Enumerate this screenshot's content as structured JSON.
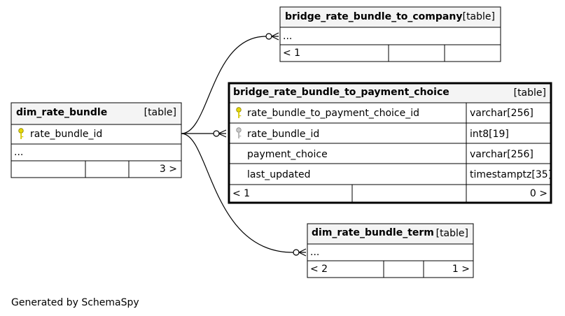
{
  "footer": "Generated by SchemaSpy",
  "tables": {
    "dim_rate_bundle": {
      "name": "dim_rate_bundle",
      "kind": "[table]",
      "column": "rate_bundle_id",
      "more": "...",
      "footer_right": "3 >"
    },
    "bridge_company": {
      "name": "bridge_rate_bundle_to_company",
      "kind": "[table]",
      "more": "...",
      "footer_left": "< 1"
    },
    "bridge_payment": {
      "name": "bridge_rate_bundle_to_payment_choice",
      "kind": "[table]",
      "columns": [
        {
          "name": "rate_bundle_to_payment_choice_id",
          "type": "varchar[256]",
          "key": "primary"
        },
        {
          "name": "rate_bundle_id",
          "type": "int8[19]",
          "key": "foreign"
        },
        {
          "name": "payment_choice",
          "type": "varchar[256]",
          "key": ""
        },
        {
          "name": "last_updated",
          "type": "timestamptz[35]",
          "key": ""
        }
      ],
      "footer_left": "< 1",
      "footer_right": "0 >"
    },
    "dim_term": {
      "name": "dim_rate_bundle_term",
      "kind": "[table]",
      "more": "...",
      "footer_left": "< 2",
      "footer_right": "1 >"
    }
  },
  "colors": {
    "primary_key": "#e6d800",
    "foreign_key": "#a8a8a8",
    "header_bg": "#f4f4f4"
  }
}
